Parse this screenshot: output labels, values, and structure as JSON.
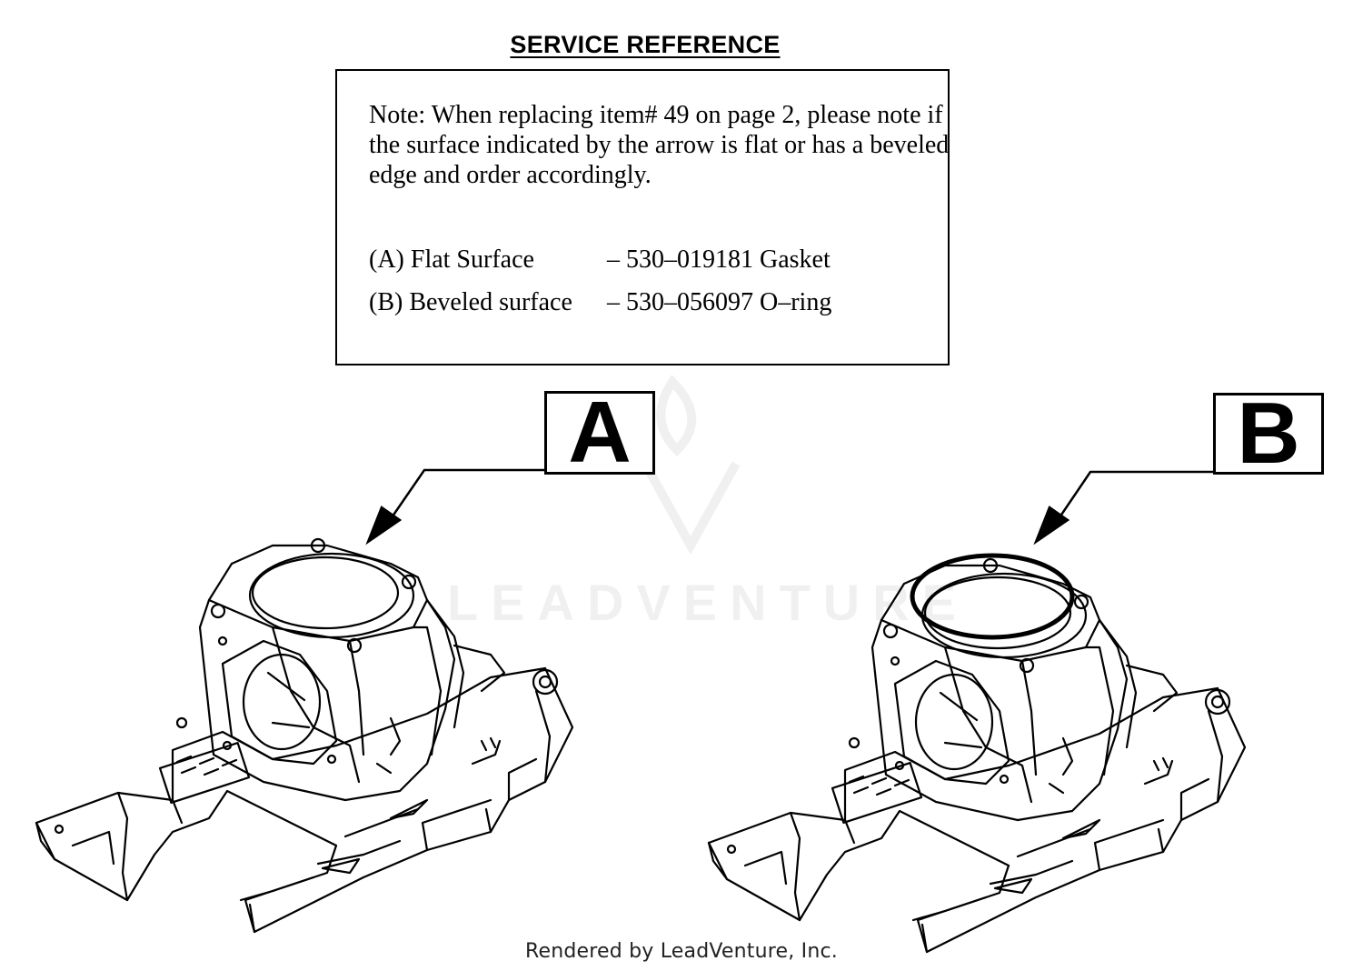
{
  "title": "SERVICE REFERENCE",
  "note": {
    "text": "Note: When replacing item# 49 on page 2, please note if the surface indicated by the arrow is flat or has a beveled edge and order accordingly.",
    "option_a_label": "(A) Flat Surface",
    "option_a_part": "– 530–019181 Gasket",
    "option_b_label": "(B) Beveled surface",
    "option_b_part": "– 530–056097 O–ring"
  },
  "callouts": {
    "a": "A",
    "b": "B"
  },
  "watermark": "LEADVENTURE",
  "footer": "Rendered by LeadVenture, Inc."
}
